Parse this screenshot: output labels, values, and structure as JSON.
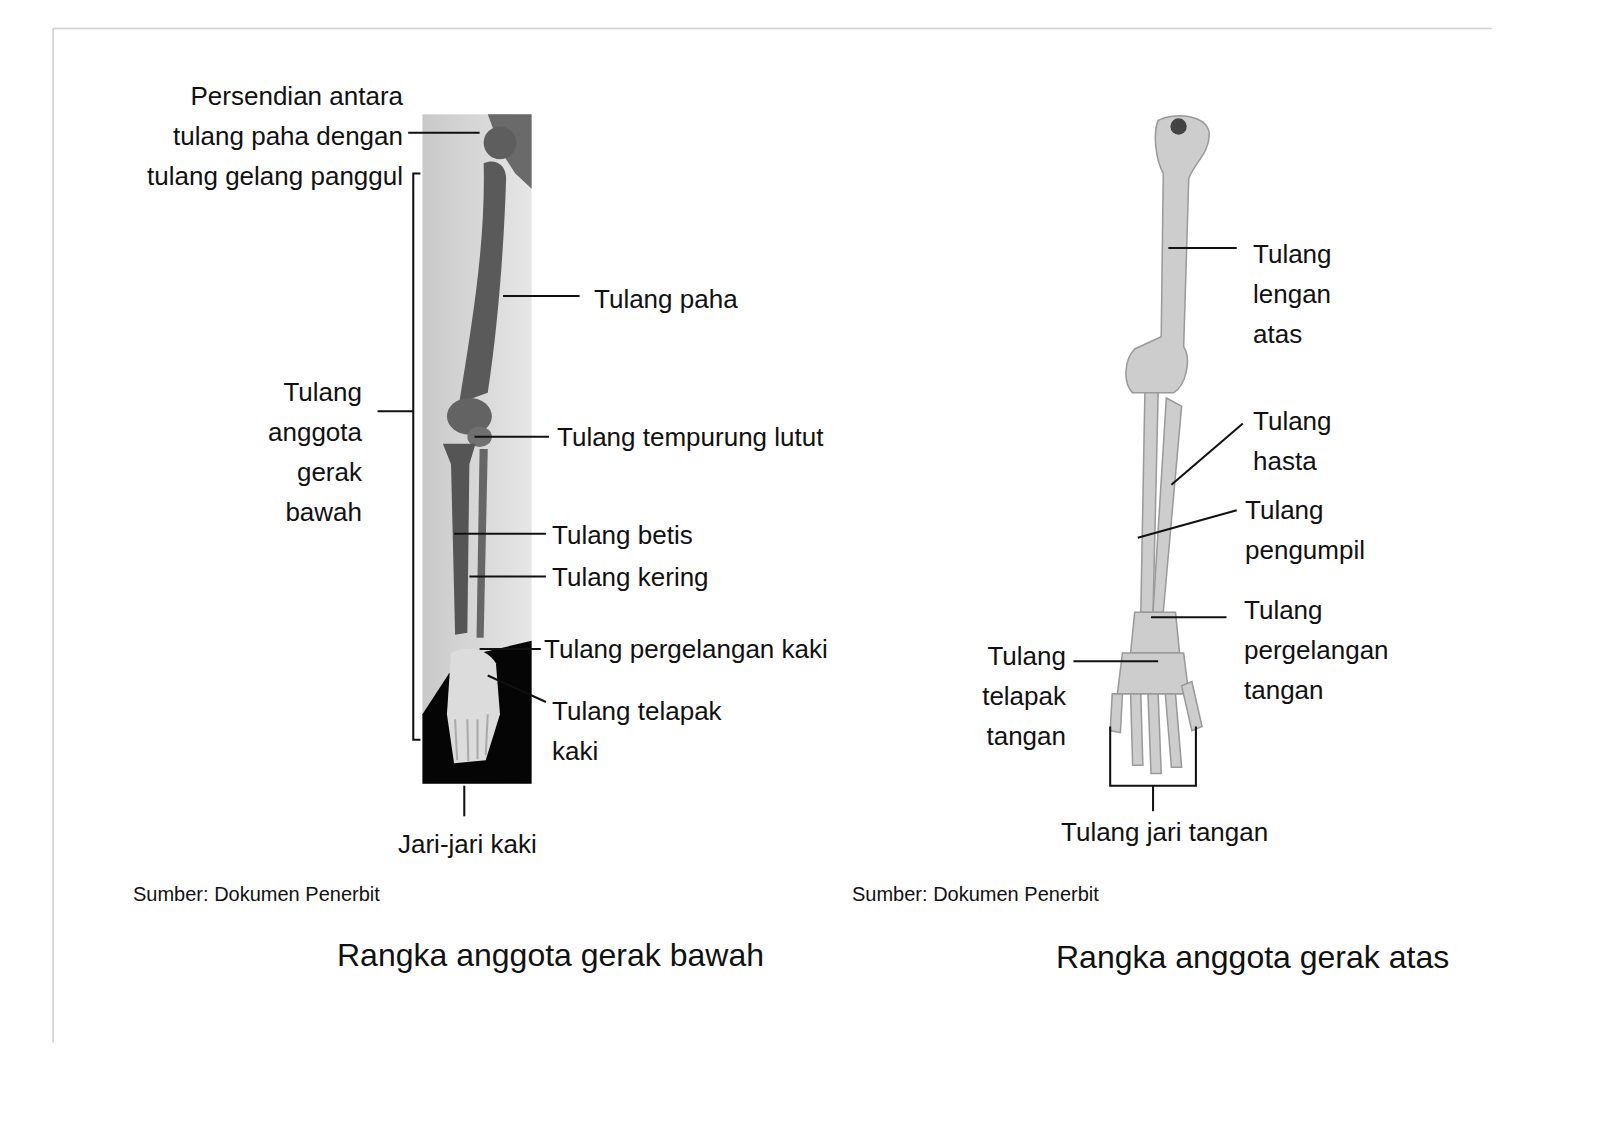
{
  "diagram": {
    "labels": [
      "Persendian antara tulang paha dengan tulang gelang panggul",
      "Tulang paha",
      "Tulang anggota gerak bawah",
      "Tulang tempurung lutut",
      "Tulang betis",
      "Tulang kering",
      "Tulang pergelangan kaki",
      "Tulang telapak kaki",
      "Jari-jari kaki",
      "Sumber: Dokumen Penerbit",
      "Rangka anggota gerak bawah",
      "Tulang lengan atas",
      "Tulang hasta",
      "Tulang pengumpil",
      "Tulang pergelangan tangan",
      "Tulang telapak tangan",
      "Tulang jari tangan",
      "Sumber: Dokumen Penerbit",
      "Rangka anggota gerak atas"
    ]
  }
}
